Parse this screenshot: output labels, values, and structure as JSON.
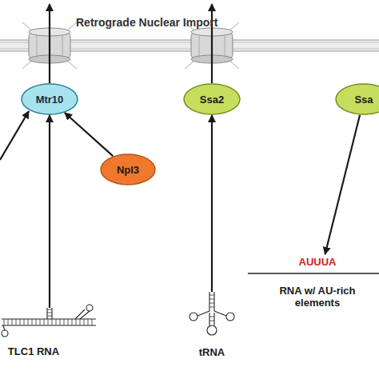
{
  "diagram": {
    "nodes": [
      {
        "text": [
          "Mtr10"
        ]
      },
      {
        "text": [
          "Ssa2"
        ]
      },
      {
        "text": [
          "Ssa"
        ]
      },
      {
        "text": [
          "Npl3"
        ]
      },
      {
        "text": [
          "TLC1 RNA"
        ]
      },
      {
        "text": [
          "tRNA"
        ]
      },
      {
        "text": [
          "AUUUA",
          "RNA w/ AU-rich elements"
        ]
      }
    ],
    "edges": [
      {
        "from": 4,
        "to": 0,
        "arrow": "to"
      },
      {
        "from": 3,
        "to": 0,
        "arrow": "to"
      },
      {
        "from": 5,
        "to": 1,
        "arrow": "to"
      },
      {
        "from": 2,
        "to": 6,
        "arrow": "to"
      }
    ],
    "labels": [
      "Retrograde Nuclear Import"
    ]
  }
}
